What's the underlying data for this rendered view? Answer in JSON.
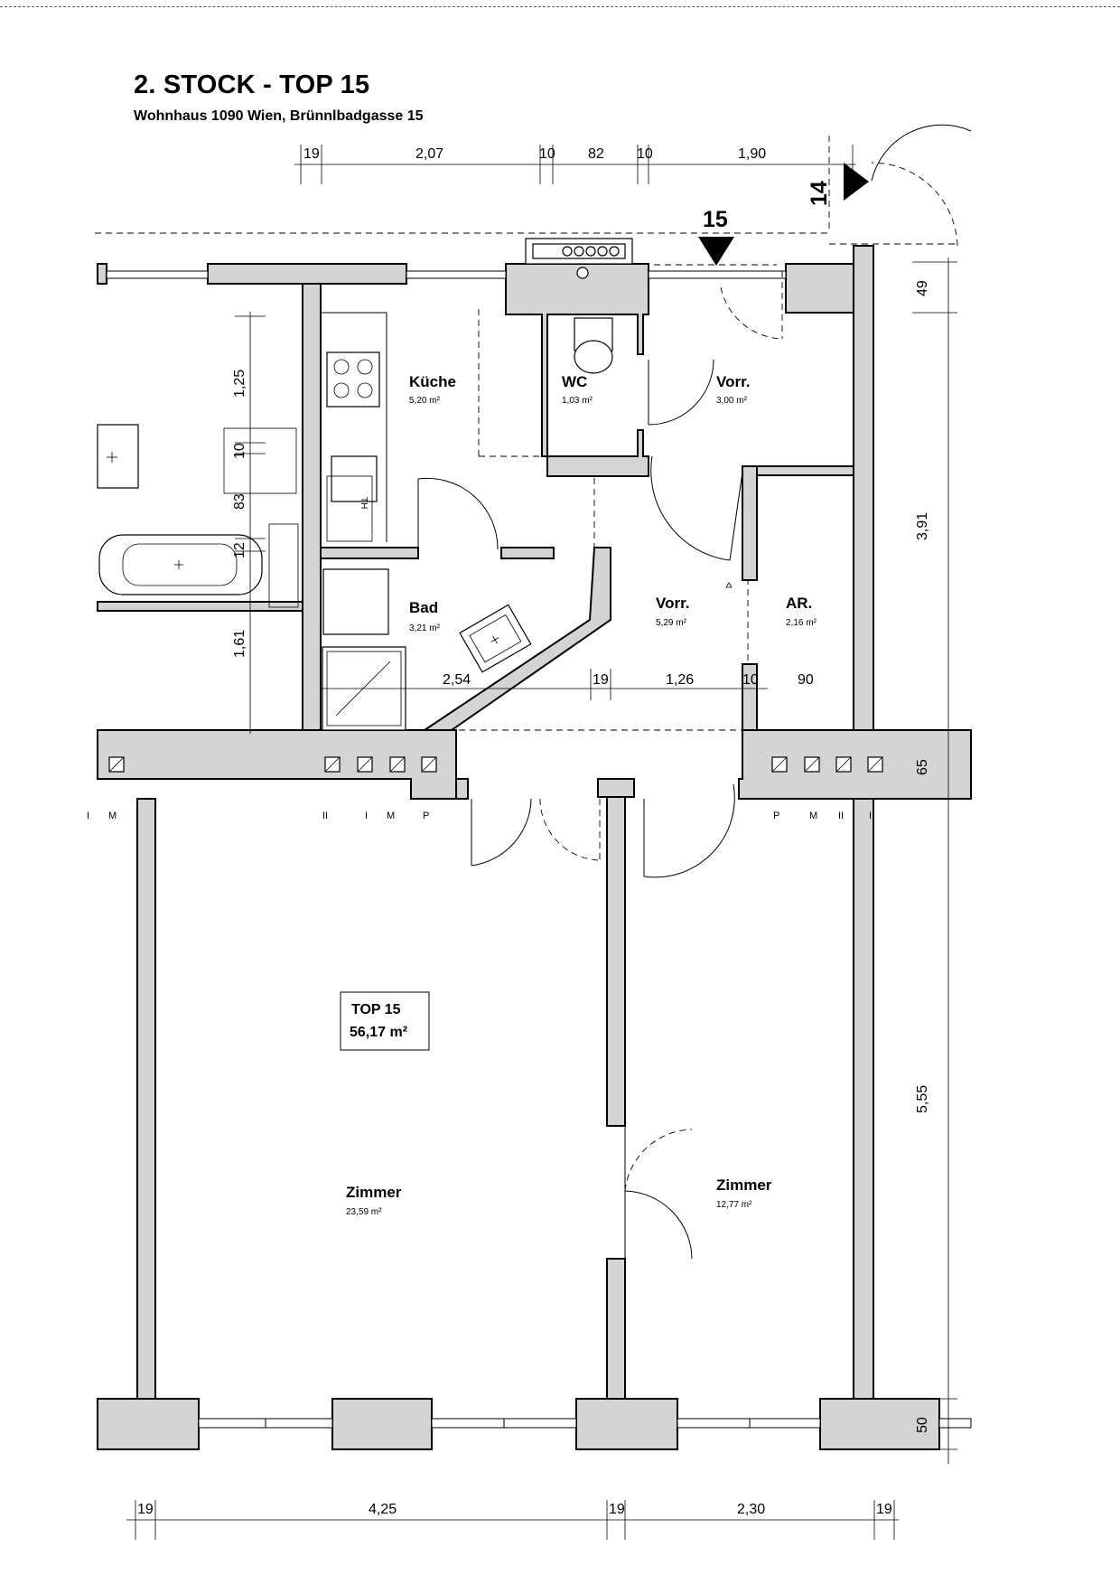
{
  "header": {
    "title": "2. STOCK - TOP 15",
    "address": "Wohnhaus 1090 Wien, Brünnlbadgasse 15"
  },
  "markers": {
    "entrance_15": "15",
    "entrance_14": "14"
  },
  "rooms": {
    "kueche": {
      "name": "Küche",
      "area": "5,20 m²"
    },
    "wc": {
      "name": "WC",
      "area": "1,03 m²"
    },
    "vorr_top": {
      "name": "Vorr.",
      "area": "3,00 m²"
    },
    "bad": {
      "name": "Bad",
      "area": "3,21 m²"
    },
    "vorr_mid": {
      "name": "Vorr.",
      "area": "5,29 m²"
    },
    "ar": {
      "name": "AR.",
      "area": "2,16 m²"
    },
    "zimmer_left": {
      "name": "Zimmer",
      "area": "23,59 m²"
    },
    "zimmer_right": {
      "name": "Zimmer",
      "area": "12,77 m²"
    }
  },
  "summary": {
    "unit": "TOP 15",
    "area": "56,17 m²"
  },
  "dimensions": {
    "top": [
      "19",
      "2,07",
      "10",
      "82",
      "10",
      "1,90"
    ],
    "bottom": [
      "19",
      "4,25",
      "19",
      "2,30",
      "19"
    ],
    "right": [
      "49",
      "3,91",
      "65",
      "5,55",
      "50"
    ],
    "left": [
      "1,25",
      "10",
      "83",
      "12",
      "1,61"
    ],
    "inner": [
      "2,54",
      "19",
      "1,26",
      "10",
      "90"
    ]
  },
  "fixture_labels": {
    "fridge": "TH"
  },
  "wall_markers": {
    "left_group": [
      "I",
      "M"
    ],
    "mid_group": [
      "II",
      "I",
      "M",
      "P"
    ],
    "right_group": [
      "P",
      "M",
      "II",
      "I"
    ]
  }
}
